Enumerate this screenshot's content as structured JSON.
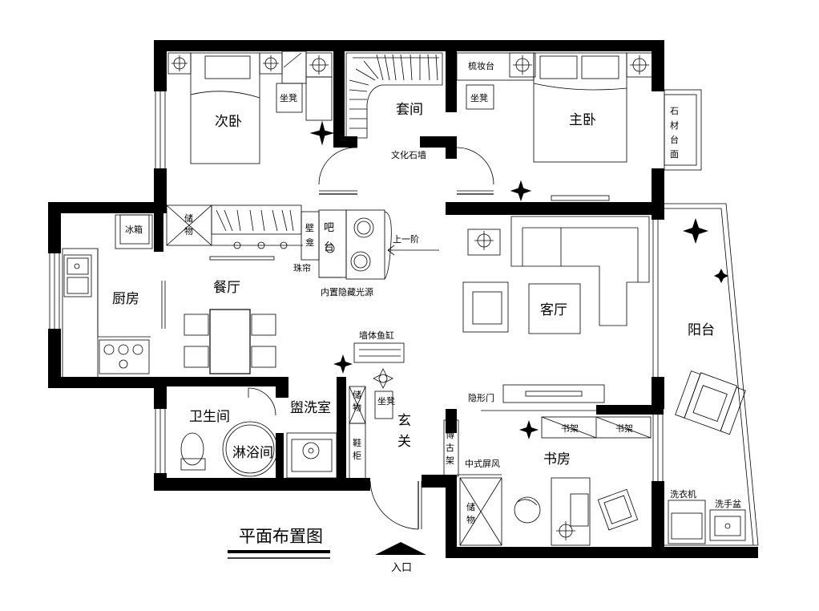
{
  "rooms": {
    "second_bedroom": "次卧",
    "suite": "套间",
    "master_bedroom": "主卧",
    "kitchen": "厨房",
    "dining": "餐厅",
    "living": "客厅",
    "balcony": "阳台",
    "bathroom": "卫生间",
    "shower": "淋浴间",
    "washroom": "盥洗室",
    "foyer_1": "玄",
    "foyer_2": "关",
    "study": "书房"
  },
  "furniture": {
    "stool_1": "坐凳",
    "stool_2": "坐凳",
    "stool_3": "坐凳",
    "vanity": "梳妆台",
    "stone_top": [
      "石",
      "材",
      "台",
      "面"
    ],
    "culture_wall": "文化石墙",
    "fridge": "冰箱",
    "storage_1": [
      "储",
      "物"
    ],
    "wall_cabinet": [
      "壁",
      "龛"
    ],
    "bar": [
      "吧",
      "台"
    ],
    "bead_curtain": "珠帘",
    "hidden_light": "内置隐藏光源",
    "step_up": "上一阶",
    "fish_tank": "墙体鱼缸",
    "storage_2": [
      "储",
      "物"
    ],
    "shoe_cabinet": [
      "鞋",
      "柜"
    ],
    "antique_shelf": [
      "博",
      "古",
      "架"
    ],
    "hidden_door": "隐形门",
    "bookshelf_1": "书架",
    "bookshelf_2": "书架",
    "chinese_screen": "中式屏风",
    "storage_3": [
      "储",
      "物"
    ],
    "washer": "洗衣机",
    "basin": "洗手盆"
  },
  "title": "平面布置图",
  "entrance": "入口"
}
